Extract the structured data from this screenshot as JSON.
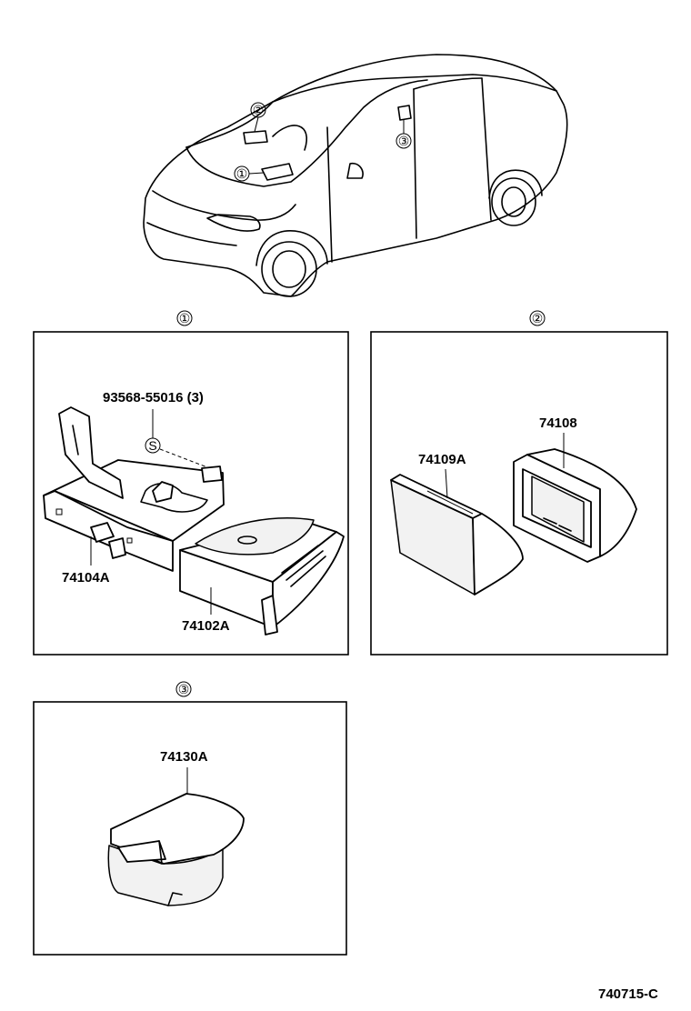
{
  "diagram": {
    "code": "740715-C",
    "car_callouts": [
      "①",
      "②",
      "③"
    ],
    "panels": [
      {
        "marker": "①",
        "parts": [
          "93568-55016 (3)",
          "74104A",
          "74102A"
        ],
        "screw_symbol": "S"
      },
      {
        "marker": "②",
        "parts": [
          "74108",
          "74109A"
        ]
      },
      {
        "marker": "③",
        "parts": [
          "74130A"
        ]
      }
    ]
  }
}
